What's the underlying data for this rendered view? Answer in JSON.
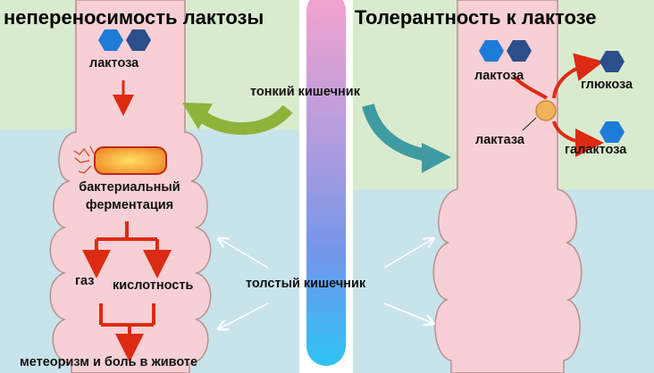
{
  "left": {
    "title": "непереносимость лактозы",
    "lactose_label": "лактоза",
    "fermentation_label_line1": "бактериальный",
    "fermentation_label_line2": "ферментация",
    "gas_label": "газ",
    "acidity_label": "кислотность",
    "outcome_label": "метеоризм и боль в животе"
  },
  "right": {
    "title": "Толерантность к лактозе",
    "lactose_label": "лактоза",
    "lactase_label": "лактаза",
    "glucose_label": "глюкоза",
    "galactose_label": "галактоза"
  },
  "center": {
    "small_intestine_label": "тонкий кишечник",
    "large_intestine_label": "толстый кишечник"
  },
  "colors": {
    "background_top": "#d9ebcf",
    "background_bottom": "#c9e3ea",
    "intestine_fill": "#f6d0d4",
    "intestine_outline": "#b89094",
    "hexagon_light": "#1f7bd8",
    "hexagon_dark": "#2c4f8c",
    "arrow_red": "#dd2a12",
    "arrow_green": "#8fb23b",
    "arrow_teal": "#3f9ba1",
    "bacteria_fill": "#f5a640",
    "lactase_enzyme": "#f0b35a",
    "gradient_top": "#f6a4cf",
    "gradient_middle": "#8f92e6",
    "gradient_bottom": "#2ec3f2"
  },
  "icons": {
    "lactose_left": "lactose-hexagon-pair-icon",
    "lactose_right": "lactose-hexagon-pair-icon",
    "glucose": "glucose-hexagon-icon",
    "galactose": "galactose-hexagon-icon",
    "bacteria": "bacteria-capsule-icon",
    "lactase": "lactase-enzyme-icon"
  }
}
